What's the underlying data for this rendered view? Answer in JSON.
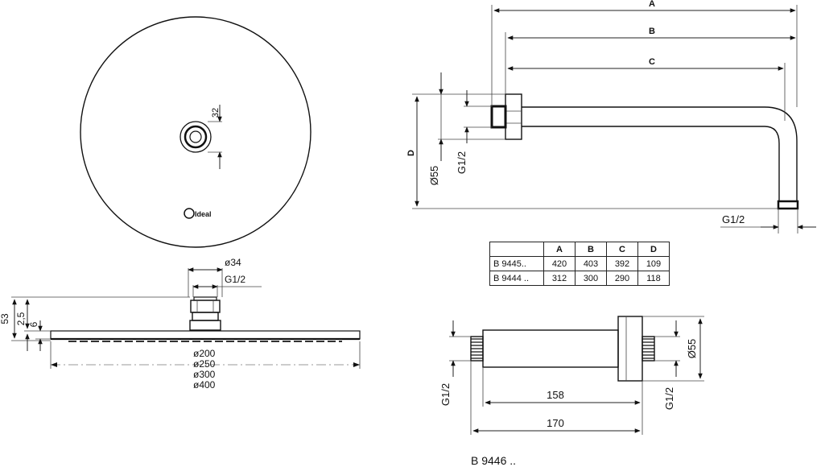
{
  "top_view": {
    "dim_32": "32",
    "logo_text": "Ideal"
  },
  "side_view": {
    "labels": {
      "d34": "ø34",
      "g12": "G1/2",
      "h53": "53",
      "h25": "2,5",
      "h6": "6",
      "d200": "ø200",
      "d250": "ø250",
      "d300": "ø300",
      "d400": "ø400"
    }
  },
  "wall_arm": {
    "labels": {
      "A": "A",
      "B": "B",
      "C": "C",
      "D": "D",
      "d55": "Ø55",
      "g12_left": "G1/2",
      "g12_bottom": "G1/2"
    }
  },
  "table": {
    "headers": [
      "",
      "A",
      "B",
      "C",
      "D"
    ],
    "rows": [
      {
        "model": "B 9445..",
        "values": [
          "420",
          "403",
          "392",
          "109"
        ]
      },
      {
        "model": "B 9444 ..",
        "values": [
          "312",
          "300",
          "290",
          "118"
        ]
      }
    ]
  },
  "ceiling_arm": {
    "labels": {
      "g12_left": "G1/2",
      "g12_right": "G1/2",
      "d55": "Ø55",
      "len158": "158",
      "len170": "170"
    }
  },
  "product_code": "B 9446 .."
}
